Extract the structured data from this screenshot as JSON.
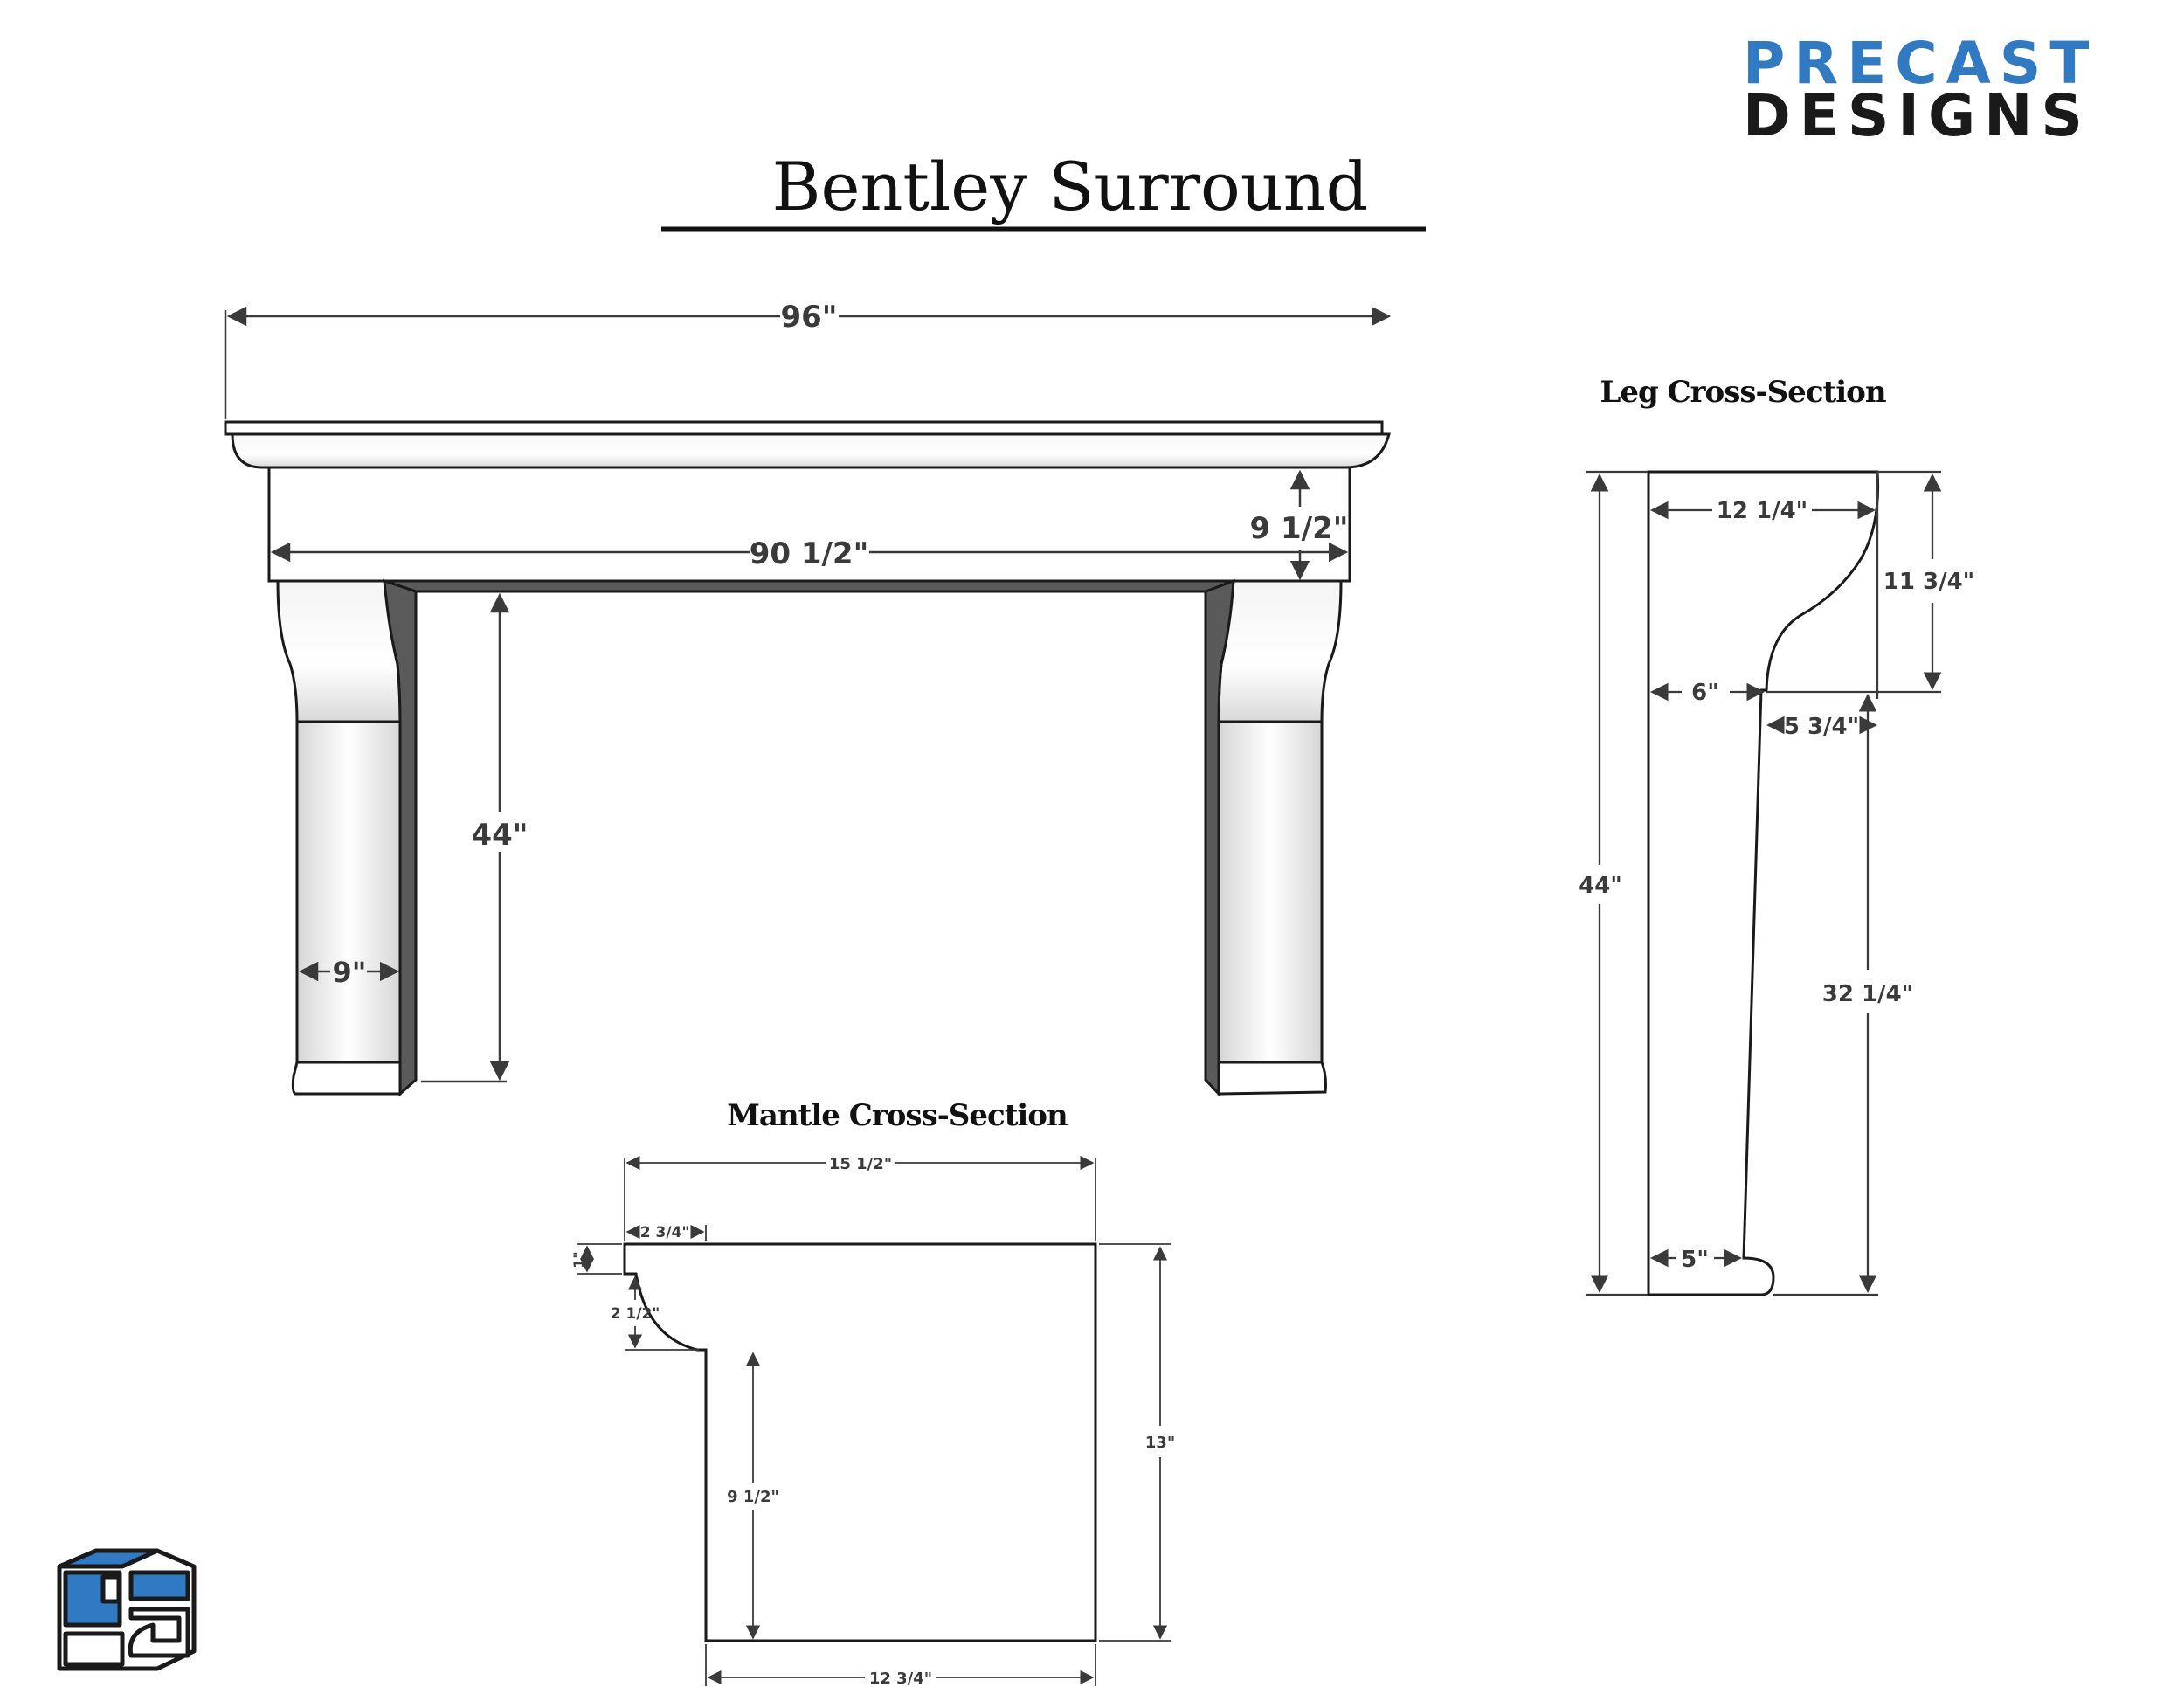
{
  "brand": {
    "line1": "PRECAST",
    "line2": "DESIGNS",
    "line1_color": "#2f7ac2",
    "line2_color": "#1a1a1a",
    "logo_icon": "pd-cube-logo"
  },
  "title": "Bentley Surround",
  "front_view": {
    "overall_width": "96\"",
    "frieze_width": "90 1/2\"",
    "frieze_height": "9 1/2\"",
    "opening_height": "44\"",
    "leg_width": "9\""
  },
  "leg_section": {
    "title": "Leg Cross-Section",
    "top_depth": "12 1/4\"",
    "curve_height": "11 3/4\"",
    "neck_depth": "6\"",
    "step_depth": "5 3/4\"",
    "total_height": "44\"",
    "lower_height": "32 1/4\"",
    "foot_depth": "5\""
  },
  "mantle_section": {
    "title": "Mantle Cross-Section",
    "overall_depth": "15 1/2\"",
    "overhang": "2 3/4\"",
    "lip_height": "1\"",
    "cove_height": "2 1/2\"",
    "frieze_height": "9 1/2\"",
    "total_height": "13\"",
    "bottom_depth": "12 3/4\""
  },
  "colors": {
    "line": "#1a1a1a",
    "dimension": "#3a3a3a",
    "shadow": "#5a5a5a",
    "logo_blue": "#2f7ac2"
  }
}
